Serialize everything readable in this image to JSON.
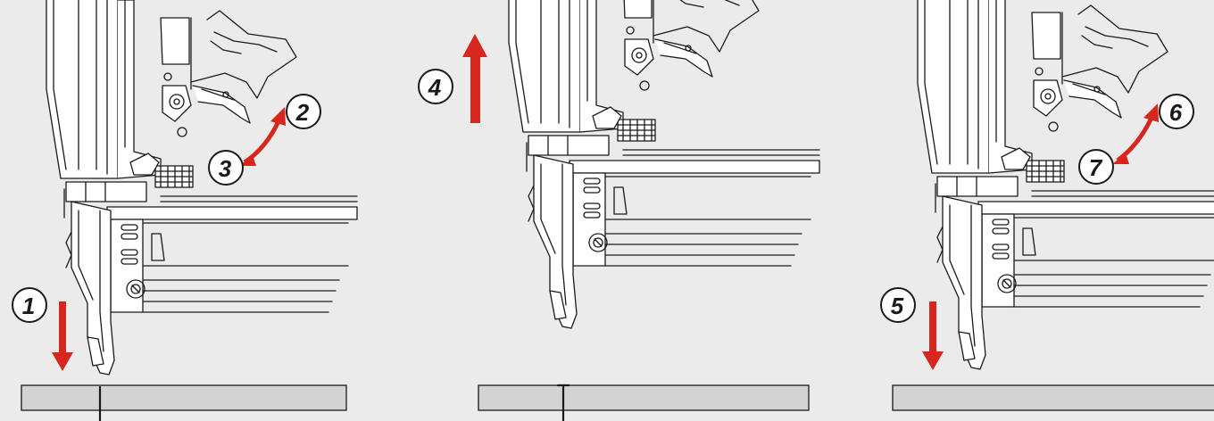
{
  "diagram": {
    "step_badges": [
      {
        "label": "1"
      },
      {
        "label": "2"
      },
      {
        "label": "3"
      },
      {
        "label": "4"
      },
      {
        "label": "5"
      },
      {
        "label": "6"
      },
      {
        "label": "7"
      }
    ],
    "colors": {
      "background": "#ebebeb",
      "arrow": "#d7261e",
      "line": "#1a1a1a",
      "board": "#d3d3d3"
    },
    "icons": [
      "down-arrow-icon",
      "up-arrow-icon",
      "curved-arrow-icon",
      "nail-icon"
    ]
  }
}
